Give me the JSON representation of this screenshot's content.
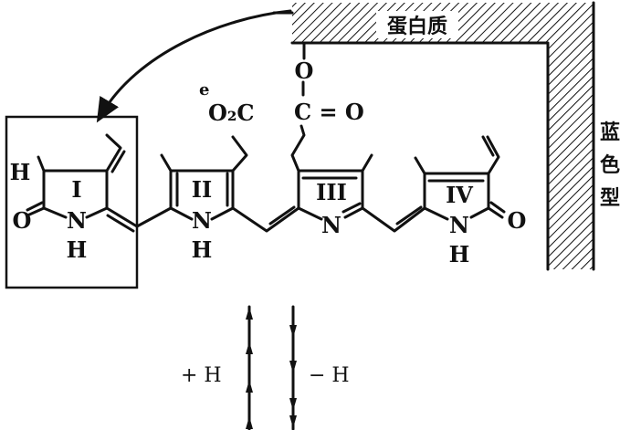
{
  "protein_label": "蛋白质",
  "form_label": [
    "蓝",
    "色",
    "型"
  ],
  "rings": {
    "r1": "I",
    "r2": "II",
    "r3": "III",
    "r4": "IV"
  },
  "atoms": {
    "N": "N",
    "H": "H",
    "O": "O",
    "C": "C"
  },
  "ester_label": {
    "prefix": "e",
    "text": "O₂C"
  },
  "carbonyl_label": "C = O",
  "ester_oxygen": "O",
  "equilibrium": {
    "add": "+ H",
    "remove": "− H"
  },
  "colors": {
    "ink": "#111111",
    "background": "#ffffff"
  }
}
